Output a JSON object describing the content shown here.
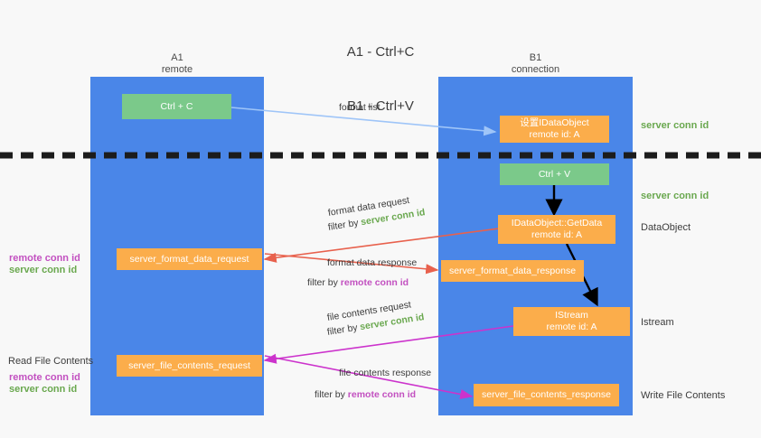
{
  "title": {
    "line1": "A1 - Ctrl+C",
    "line2": "B1 - Ctrl+V"
  },
  "lanes": [
    {
      "id": "a1",
      "name": "A1",
      "subtitle": "remote"
    },
    {
      "id": "b1",
      "name": "B1",
      "subtitle": "connection"
    }
  ],
  "boxes": {
    "ctrl_c": {
      "line1": "Ctrl + C",
      "color": "#7bc98a"
    },
    "set_idataobject": {
      "line1": "设置IDataObject",
      "line2": "remote id: A",
      "color": "#fbad4b"
    },
    "ctrl_v": {
      "line1": "Ctrl + V",
      "color": "#7bc98a"
    },
    "getdata": {
      "line1": "IDataObject::GetData",
      "line2": "remote id: A",
      "color": "#fbad4b"
    },
    "server_format_data_request": {
      "line1": "server_format_data_request",
      "color": "#fbad4b"
    },
    "server_format_data_response": {
      "line1": "server_format_data_response",
      "color": "#fbad4b"
    },
    "istream": {
      "line1": "IStream",
      "line2": "remote id: A",
      "color": "#fbad4b"
    },
    "server_file_contents_request": {
      "line1": "server_file_contents_request",
      "color": "#fbad4b"
    },
    "server_file_contents_response": {
      "line1": "server_file_contents_response",
      "color": "#fbad4b"
    }
  },
  "edges": {
    "format_list": {
      "label": "format list"
    },
    "format_data_request": {
      "line1": "format data request",
      "filter_prefix": "filter by ",
      "filter_key": "server conn id"
    },
    "format_data_response": {
      "line1": "format data response",
      "filter_prefix": "filter by ",
      "filter_key": "remote conn id"
    },
    "file_contents_request": {
      "line1": "file contents request",
      "filter_prefix": "filter by ",
      "filter_key": "server conn id"
    },
    "file_contents_response": {
      "line1": "file contents response",
      "filter_prefix": "filter by ",
      "filter_key": "remote conn id"
    }
  },
  "annotations": {
    "right_server_conn_id_top": "server conn id",
    "right_server_conn_id_mid": "server conn id",
    "right_dataobject": "DataObject",
    "right_istream": "Istream",
    "right_write_file_contents": "Write File Contents",
    "left_remote_conn_id_1": "remote conn id",
    "left_server_conn_id_1": "server conn id",
    "left_read_file_contents": "Read File Contents",
    "left_remote_conn_id_2": "remote conn id",
    "left_server_conn_id_2": "server conn id"
  },
  "colors": {
    "lane": "#4a86e8",
    "green_box": "#7bc98a",
    "orange_box": "#fbad4b",
    "green_text": "#6aa84f",
    "magenta_text": "#c250c0",
    "arrow_blue": "#9fc5f8",
    "arrow_red": "#e8614d",
    "arrow_magenta": "#cc33cc",
    "arrow_black": "#000000",
    "divider": "#1c1c1c",
    "background": "#f8f8f8"
  }
}
